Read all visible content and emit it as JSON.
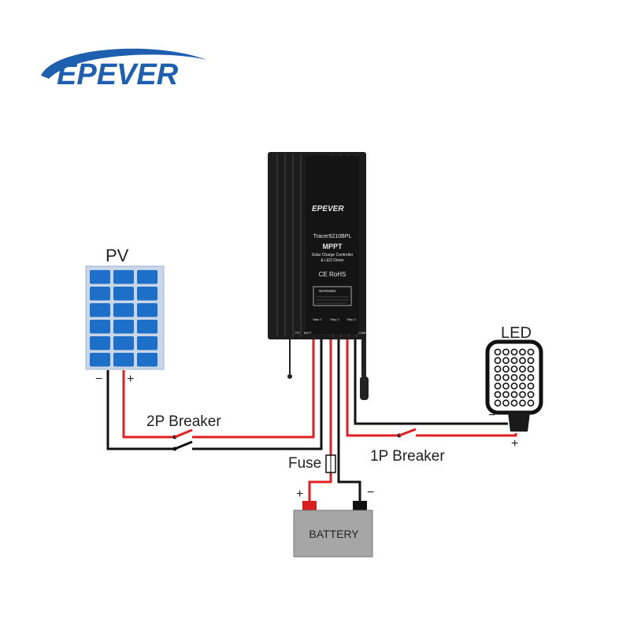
{
  "brand": {
    "name": "EPEVER",
    "color": "#1f5fb0"
  },
  "controller": {
    "model": "Tracer5210BPL",
    "type": "MPPT",
    "desc_line1": "Solar Charge Controller",
    "desc_line2": "& LED Driver",
    "cert": "CE RoHS",
    "warning": "WARNING",
    "step1": "Step 1",
    "step2": "Step 2",
    "step3": "Step 3",
    "term_pv": "PV",
    "term_batt": "BATT",
    "term_com": "COM",
    "body_color": "#1c1c1c"
  },
  "labels": {
    "pv": "PV",
    "led": "LED",
    "breaker_2p": "2P Breaker",
    "breaker_1p": "1P Breaker",
    "fuse": "Fuse",
    "battery": "BATTERY",
    "plus": "+",
    "minus": "−"
  },
  "colors": {
    "wire_positive": "#e02020",
    "wire_negative": "#111111",
    "panel_cell": "#1e6fc8",
    "panel_frame": "#c8d6e8",
    "battery_body": "#a6a6a6",
    "battery_pos_terminal": "#d81e1e",
    "battery_neg_terminal": "#111111"
  }
}
